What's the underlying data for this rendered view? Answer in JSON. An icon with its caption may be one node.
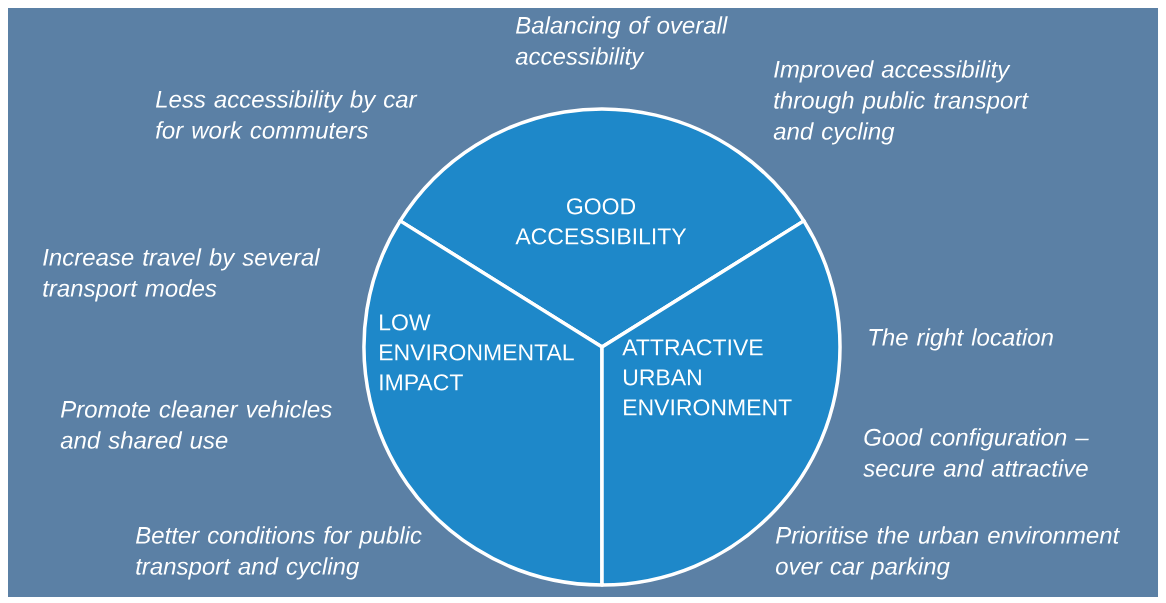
{
  "diagram": {
    "nodes": [
      {
        "text": [
          "GOOD ACCESSIBILITY"
        ]
      },
      {
        "text": [
          "LOW ENVIRONMENTAL IMPACT"
        ]
      },
      {
        "text": [
          "ATTRACTIVE URBAN ENVIRONMENT"
        ]
      }
    ],
    "labels": [
      "Balancing of overall accessibility",
      "Improved accessibility through public transport and cycling",
      "Less accessibility by car for work commuters",
      "Increase travel by several transport modes",
      "The right location",
      "Promote cleaner vehicles and shared use",
      "Good configuration – secure and attractive",
      "Better conditions for public transport and cycling",
      "Prioritise the urban environment over car parking"
    ]
  }
}
